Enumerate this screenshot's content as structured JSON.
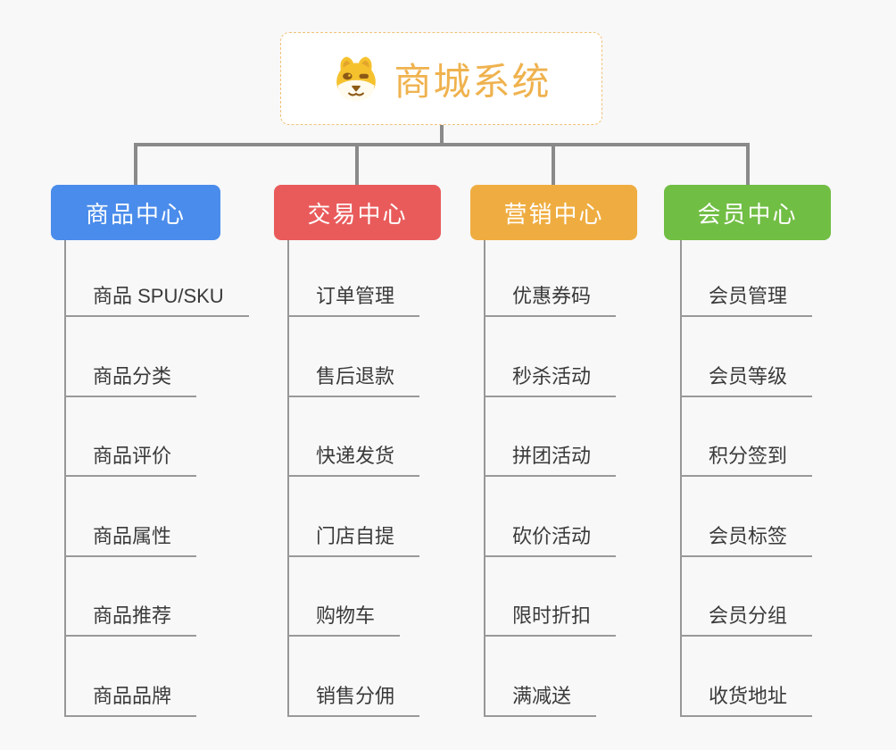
{
  "page": {
    "background_color": "#F8F8F8",
    "connector_color": "#8A8A8A",
    "leaf_line_color": "#999999",
    "leaf_text_color": "#3A3A3A"
  },
  "root": {
    "title": "商城系统",
    "icon": "dog-face-icon",
    "title_color": "#EFB24E",
    "border_color": "#F0C178"
  },
  "branches": [
    {
      "label": "商品中心",
      "color": "#4A8CEB",
      "items": [
        "商品 SPU/SKU",
        "商品分类",
        "商品评价",
        "商品属性",
        "商品推荐",
        "商品品牌"
      ]
    },
    {
      "label": "交易中心",
      "color": "#E95B5B",
      "items": [
        "订单管理",
        "售后退款",
        "快递发货",
        "门店自提",
        "购物车",
        "销售分佣"
      ]
    },
    {
      "label": "营销中心",
      "color": "#EFAD41",
      "items": [
        "优惠券码",
        "秒杀活动",
        "拼团活动",
        "砍价活动",
        "限时折扣",
        "满减送"
      ]
    },
    {
      "label": "会员中心",
      "color": "#71BE44",
      "items": [
        "会员管理",
        "会员等级",
        "积分签到",
        "会员标签",
        "会员分组",
        "收货地址"
      ]
    }
  ]
}
